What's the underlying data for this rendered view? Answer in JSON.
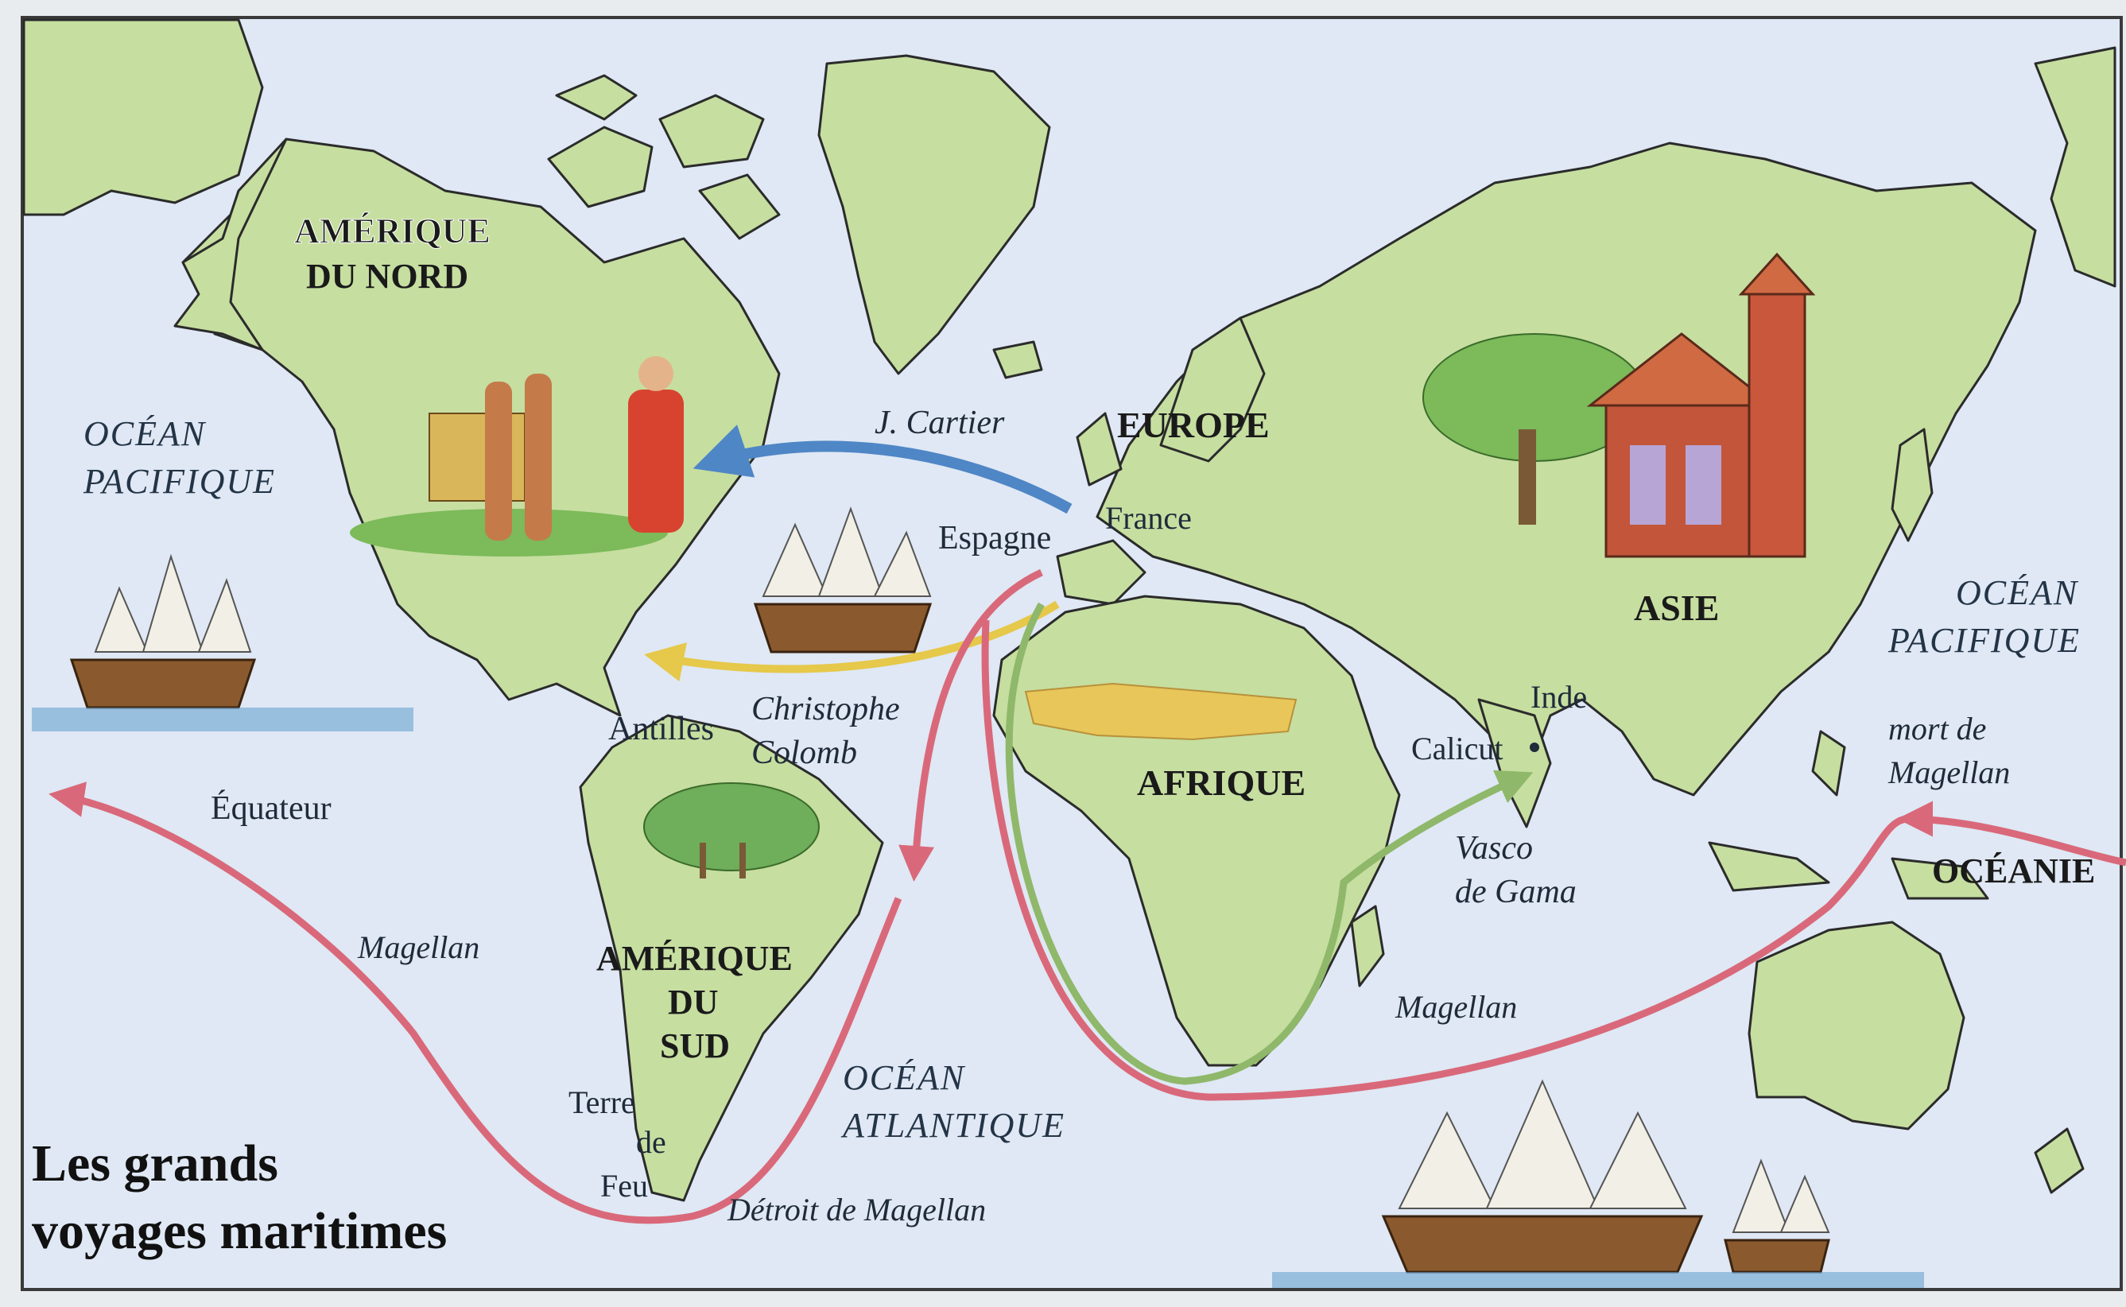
{
  "map": {
    "title_line1": "Les grands",
    "title_line2": "voyages maritimes",
    "continents": {
      "north_america_1": "AMÉRIQUE",
      "north_america_2": "DU NORD",
      "south_america_1": "AMÉRIQUE",
      "south_america_2": "DU",
      "south_america_3": "SUD",
      "europe": "EUROPE",
      "africa": "AFRIQUE",
      "asia": "ASIE",
      "oceania": "OCÉANIE"
    },
    "oceans": {
      "pacific_west_1": "OCÉAN",
      "pacific_west_2": "PACIFIQUE",
      "pacific_east_1": "OCÉAN",
      "pacific_east_2": "PACIFIQUE",
      "atlantic_1": "OCÉAN",
      "atlantic_2": "ATLANTIQUE"
    },
    "places": {
      "espagne": "Espagne",
      "france": "France",
      "antilles": "Antilles",
      "equateur": "Équateur",
      "inde": "Inde",
      "calicut": "Calicut",
      "terre_de_feu_1": "Terre",
      "terre_de_feu_2": "de",
      "terre_de_feu_3": "Feu",
      "detroit": "Détroit de Magellan"
    },
    "routes": {
      "cartier": "J. Cartier",
      "colomb_1": "Christophe",
      "colomb_2": "Colomb",
      "gama_1": "Vasco",
      "gama_2": "de Gama",
      "magellan_pacific": "Magellan",
      "magellan_indian": "Magellan",
      "mort_1": "mort de",
      "mort_2": "Magellan"
    },
    "colors": {
      "ocean": "#dfe8f4",
      "land": "#c6dea0",
      "land_stroke": "#2b2b2b",
      "route_cartier": "#4f86c6",
      "route_colomb": "#e6c84a",
      "route_gama": "#8fb86a",
      "route_magellan": "#d9697a",
      "frame": "#3a3a3a"
    }
  }
}
